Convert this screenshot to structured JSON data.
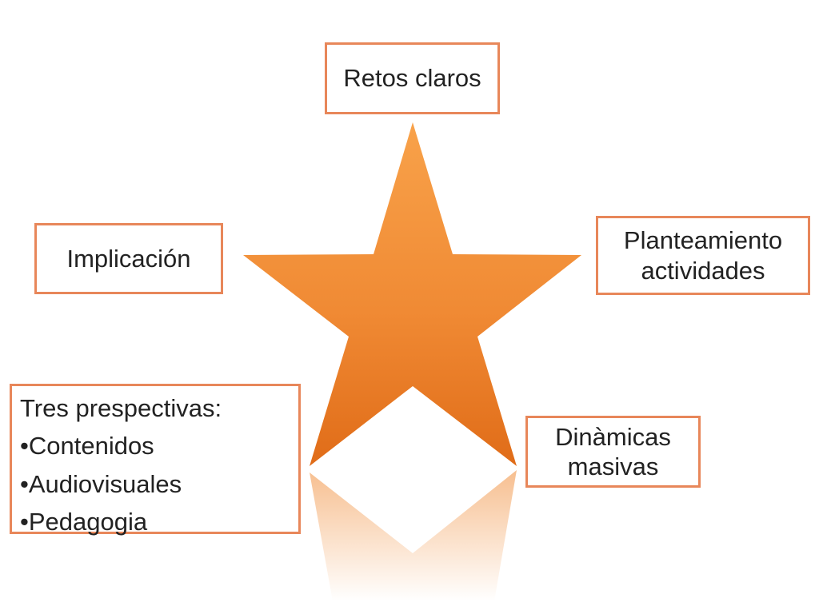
{
  "colors": {
    "star_light": "#f8a24a",
    "star_mid": "#f08a34",
    "star_dark": "#e06c18",
    "box_border": "#e8875a"
  },
  "shapes": {
    "center_shape": "five-point-star-icon"
  },
  "boxes": {
    "retos": {
      "text": "Retos claros"
    },
    "implicacion": {
      "text": "Implicación"
    },
    "planteamiento": {
      "line1": "Planteamiento",
      "line2": "actividades"
    },
    "dinamicas": {
      "line1": "Dinàmicas",
      "line2": "masivas"
    },
    "perspectivas": {
      "heading": "Tres prespectivas:",
      "items": [
        "•Contenidos",
        "•Audiovisuales",
        "•Pedagogia"
      ]
    }
  }
}
